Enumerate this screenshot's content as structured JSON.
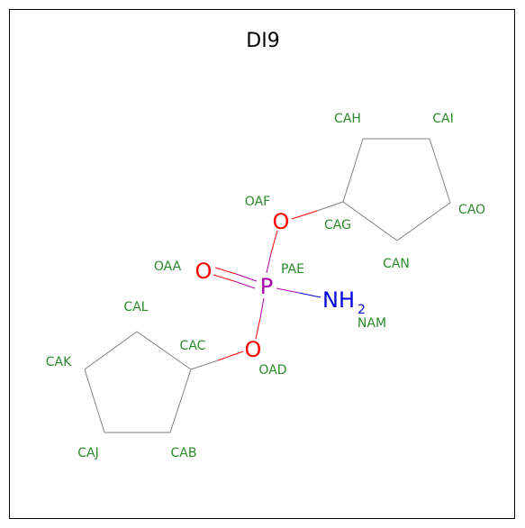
{
  "title": "DI9",
  "colors": {
    "label": "#2a8a2a",
    "oxygen": "#ff0000",
    "phosphorus": "#aa00aa",
    "nitrogen": "#0000dd",
    "carbon_bond": "#808080"
  },
  "elements": {
    "oaf": "O",
    "oaa": "O",
    "oad": "O",
    "pae": "P",
    "nam_main": "NH",
    "nam_sub": "2"
  },
  "atom_labels": {
    "cah": "CAH",
    "cai": "CAI",
    "cao": "CAO",
    "cag": "CAG",
    "can": "CAN",
    "oaf": "OAF",
    "oaa": "OAA",
    "pae": "PAE",
    "nam": "NAM",
    "cal": "CAL",
    "cac": "CAC",
    "oad": "OAD",
    "cak": "CAK",
    "caj": "CAJ",
    "cab": "CAB"
  }
}
